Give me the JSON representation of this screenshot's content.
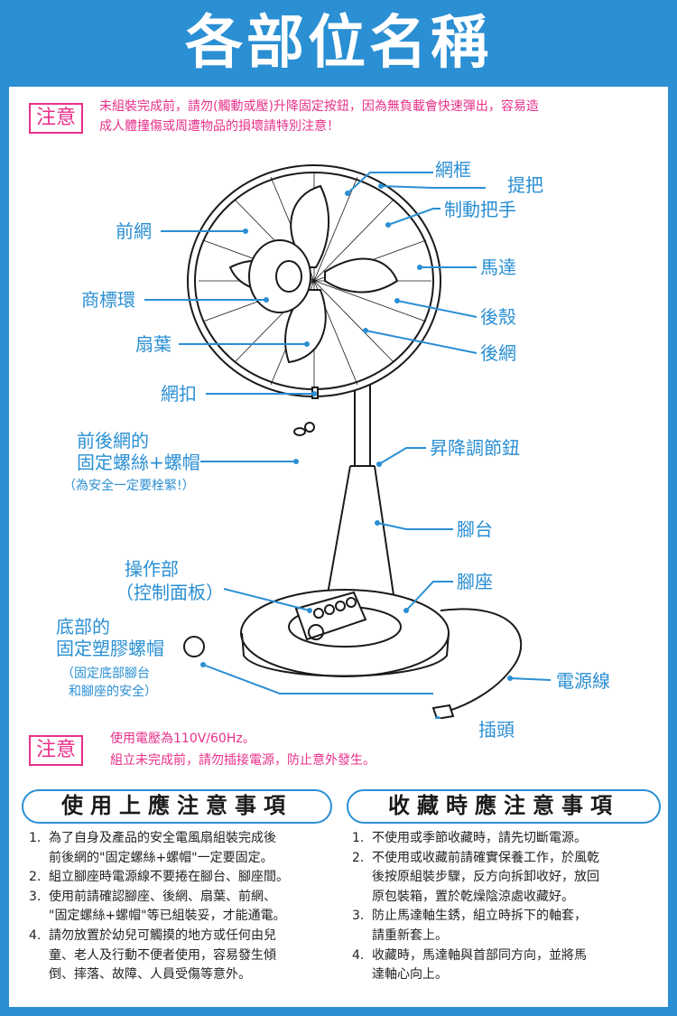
{
  "title": "各部位名稱",
  "warning1": {
    "badge": "注意",
    "line1": "未組裝完成前，請勿(觸動或壓)升降固定按鈕，因為無負載會快速彈出，容易造",
    "line2": "成人體撞傷或周遭物品的損壞請特別注意！"
  },
  "parts": {
    "net_frame": "網框",
    "handle": "提把",
    "brake_handle": "制動把手",
    "front_net": "前網",
    "motor": "馬達",
    "logo_ring": "商標環",
    "rear_shell": "後殼",
    "blade": "扇葉",
    "rear_net": "後網",
    "net_clip": "網扣",
    "screws_line1": "前後網的",
    "screws_line2": "固定螺絲+螺帽",
    "screws_note": "（為安全一定要栓緊!）",
    "height_knob": "昇降調節鈕",
    "stand": "腳台",
    "control_line1": "操作部",
    "control_line2": "（控制面板）",
    "base": "腳座",
    "bottom_nut_line1": "底部的",
    "bottom_nut_line2": "固定塑膠螺帽",
    "bottom_note1": "（固定底部腳台",
    "bottom_note2": "和腳座的安全）",
    "power_cord": "電源線",
    "plug": "插頭"
  },
  "warning2": {
    "badge": "注意",
    "line1": "使用電壓為110V/60Hz。",
    "line2": "組立未完成前，請勿插接電源，防止意外發生。"
  },
  "usage": {
    "heading": "使用上應注意事項",
    "items": [
      {
        "num": "1.",
        "lines": [
          "為了自身及產品的安全電風扇組裝完成後",
          "前後網的\"固定螺絲+螺帽\"一定要固定。"
        ]
      },
      {
        "num": "2.",
        "lines": [
          "組立腳座時電源線不要捲在腳台、腳座間。"
        ]
      },
      {
        "num": "3.",
        "lines": [
          "使用前請確認腳座、後網、扇葉、前網、",
          "\"固定螺絲+螺帽\"等已組裝妥，才能通電。"
        ]
      },
      {
        "num": "4.",
        "lines": [
          "請勿放置於幼兒可觸摸的地方或任何由兒",
          "童、老人及行動不便者使用，容易發生傾",
          "倒、摔落、故障、人員受傷等意外。"
        ]
      }
    ]
  },
  "storage": {
    "heading": "收藏時應注意事項",
    "items": [
      {
        "num": "1.",
        "lines": [
          "不使用或季節收藏時，請先切斷電源。"
        ]
      },
      {
        "num": "2.",
        "lines": [
          "不使用或收藏前請確實保養工作，於風乾",
          "後按原組裝步驟，反方向拆卸收好，放回",
          "原包裝箱，置於乾燥陰涼處收藏好。"
        ]
      },
      {
        "num": "3.",
        "lines": [
          "防止馬達軸生銹，組立時拆下的軸套，",
          "請重新套上。"
        ]
      },
      {
        "num": "4.",
        "lines": [
          "收藏時，馬達軸與首部同方向，並將馬",
          "達軸心向上。"
        ]
      }
    ]
  }
}
